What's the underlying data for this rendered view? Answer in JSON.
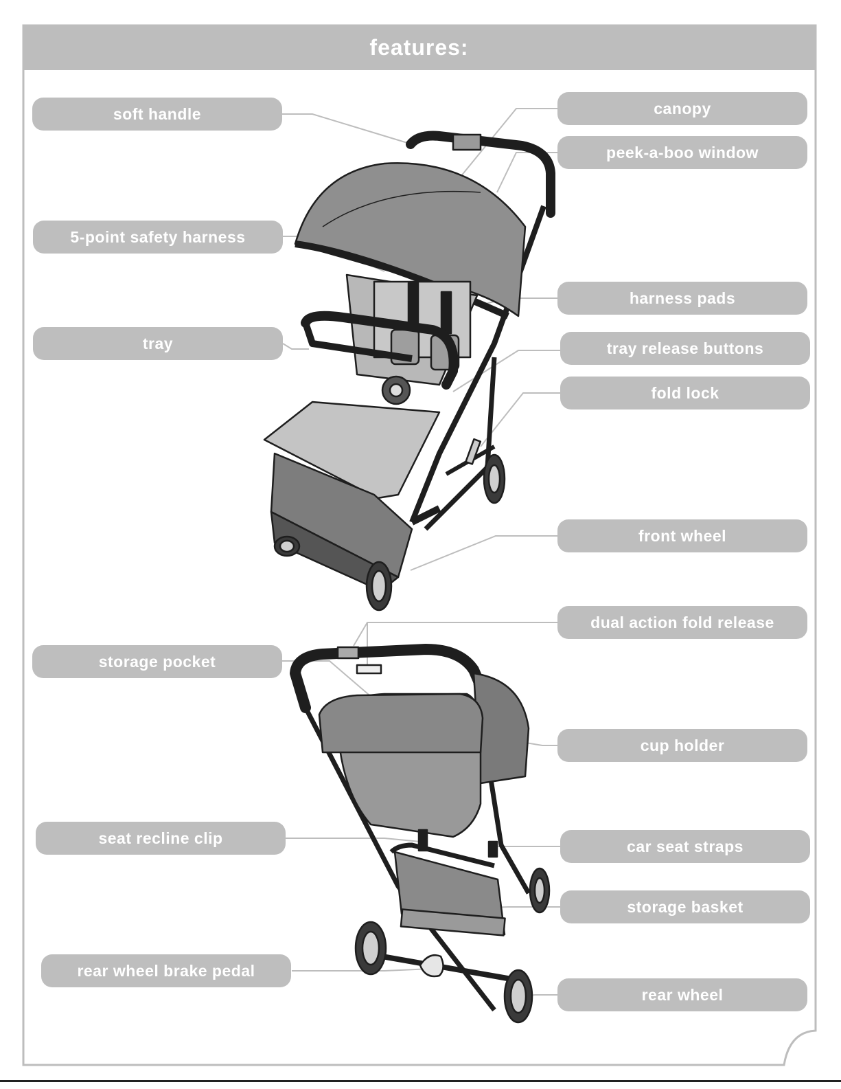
{
  "header": {
    "title": "features:"
  },
  "labels": {
    "soft_handle": "soft handle",
    "canopy": "canopy",
    "peek_a_boo_window": "peek-a-boo window",
    "safety_harness": "5-point safety harness",
    "harness_pads": "harness pads",
    "tray": "tray",
    "tray_release_buttons": "tray release buttons",
    "fold_lock": "fold lock",
    "front_wheel": "front wheel",
    "dual_action_fold_release": "dual action fold release",
    "storage_pocket": "storage pocket",
    "cup_holder": "cup holder",
    "seat_recline_clip": "seat recline clip",
    "car_seat_straps": "car seat straps",
    "storage_basket": "storage basket",
    "rear_wheel_brake_pedal": "rear wheel brake pedal",
    "rear_wheel": "rear wheel"
  },
  "colors": {
    "frame": "#bdbdbd",
    "label_bg": "#bebebe",
    "label_text": "#ffffff",
    "leader": "#bdbdbd",
    "ink": "#1e1e1e"
  }
}
